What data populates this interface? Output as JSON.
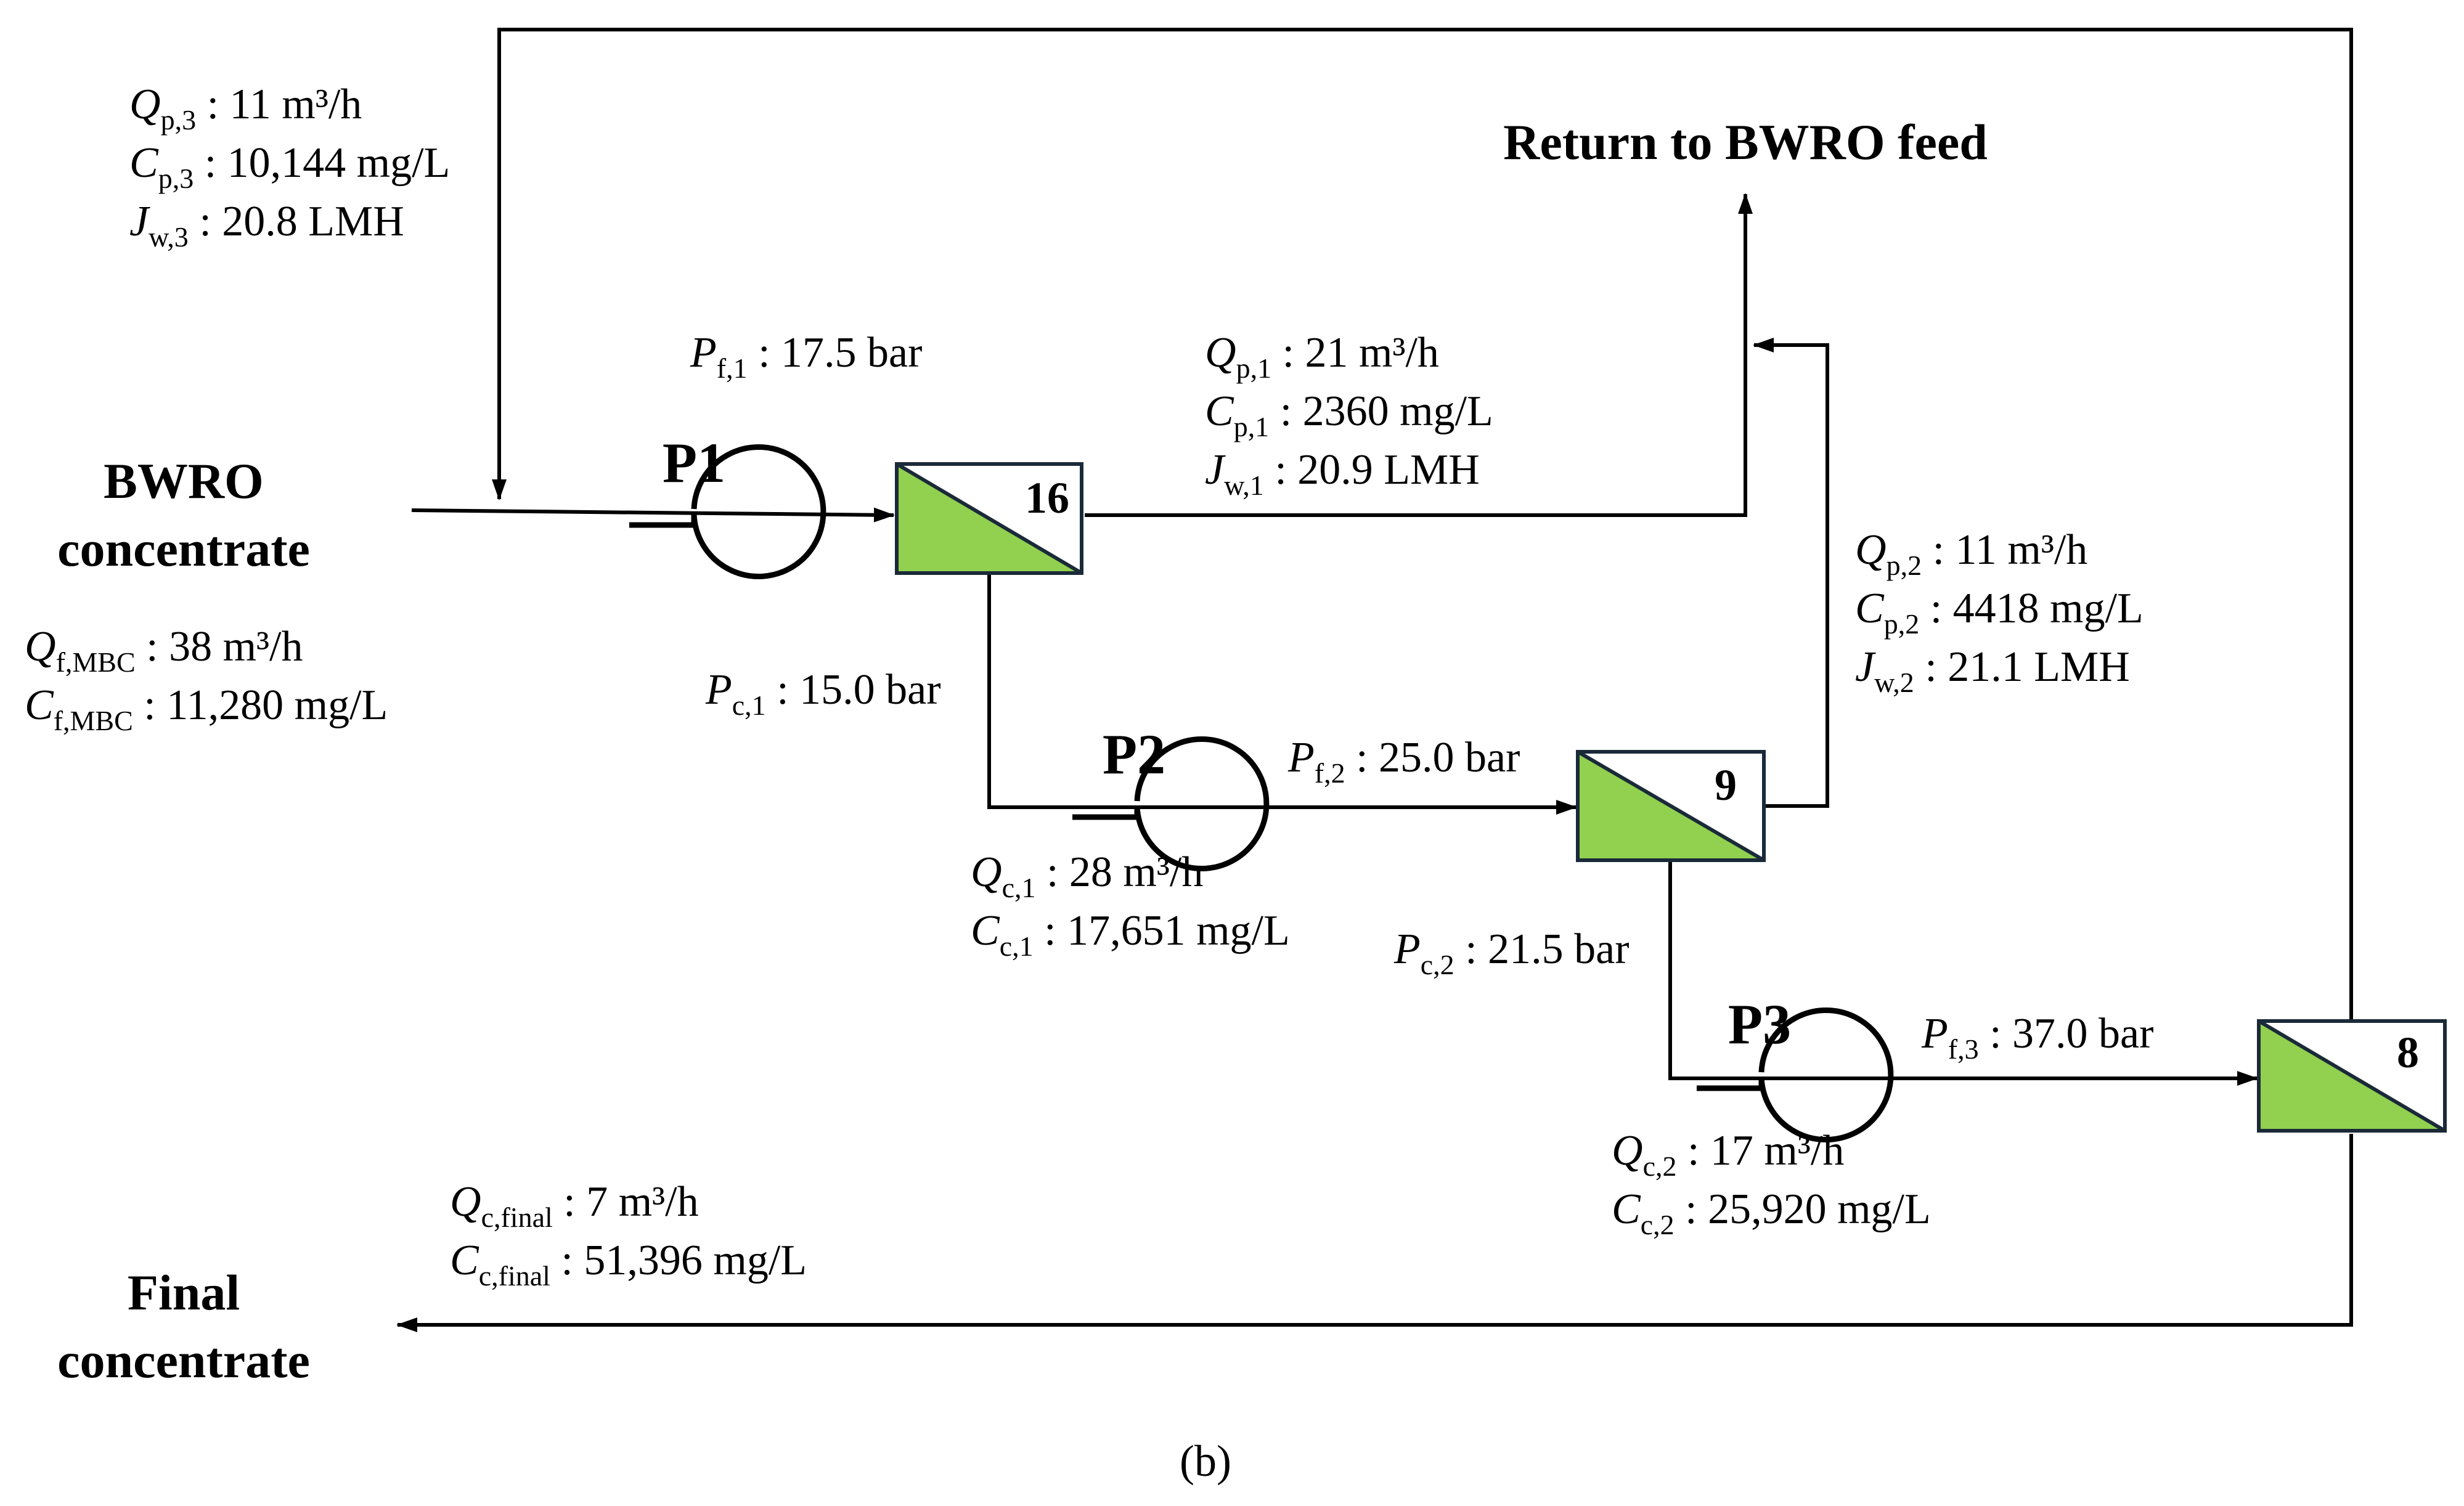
{
  "inlet": {
    "line1": "BWRO",
    "line2": "concentrate"
  },
  "outlet": {
    "line1": "Final",
    "line2": "concentrate"
  },
  "return_label": "Return to BWRO feed",
  "caption": "(b)",
  "pumps": [
    "P1",
    "P2",
    "P3"
  ],
  "stages": [
    "16",
    "9",
    "8"
  ],
  "labels": {
    "qp3": {
      "var": "Q",
      "sub": "p,3",
      "value": " : 11 m³/h"
    },
    "cp3": {
      "var": "C",
      "sub": "p,3",
      "value": " : 10,144 mg/L"
    },
    "jw3": {
      "var": "J",
      "sub": "w,3",
      "value": " : 20.8 LMH"
    },
    "pf1": {
      "var": "P",
      "sub": "f,1",
      "value": " : 17.5 bar"
    },
    "qp1": {
      "var": "Q",
      "sub": "p,1",
      "value": " : 21 m³/h"
    },
    "cp1": {
      "var": "C",
      "sub": "p,1",
      "value": " : 2360 mg/L"
    },
    "jw1": {
      "var": "J",
      "sub": "w,1",
      "value": " : 20.9 LMH"
    },
    "qp2": {
      "var": "Q",
      "sub": "p,2",
      "value": " : 11 m³/h"
    },
    "cp2": {
      "var": "C",
      "sub": "p,2",
      "value": " : 4418 mg/L"
    },
    "jw2": {
      "var": "J",
      "sub": "w,2",
      "value": " : 21.1 LMH"
    },
    "qfmbc": {
      "var": "Q",
      "sub": "f,MBC",
      "value": " : 38 m³/h"
    },
    "cfmbc": {
      "var": "C",
      "sub": "f,MBC",
      "value": " : 11,280 mg/L"
    },
    "pc1": {
      "var": "P",
      "sub": "c,1",
      "value": " : 15.0 bar"
    },
    "pf2": {
      "var": "P",
      "sub": "f,2",
      "value": " : 25.0 bar"
    },
    "qc1": {
      "var": "Q",
      "sub": "c,1",
      "value": " : 28 m³/h"
    },
    "cc1": {
      "var": "C",
      "sub": "c,1",
      "value": " : 17,651 mg/L"
    },
    "pc2": {
      "var": "P",
      "sub": "c,2",
      "value": " : 21.5 bar"
    },
    "pf3": {
      "var": "P",
      "sub": "f,3",
      "value": " : 37.0 bar"
    },
    "qc2": {
      "var": "Q",
      "sub": "c,2",
      "value": " : 17 m³/h"
    },
    "cc2": {
      "var": "C",
      "sub": "c,2",
      "value": " : 25,920 mg/L"
    },
    "qcfin": {
      "var": "Q",
      "sub": "c,final",
      "value": " : 7 m³/h"
    },
    "ccfin": {
      "var": "C",
      "sub": "c,final",
      "value": " : 51,396 mg/L"
    }
  }
}
